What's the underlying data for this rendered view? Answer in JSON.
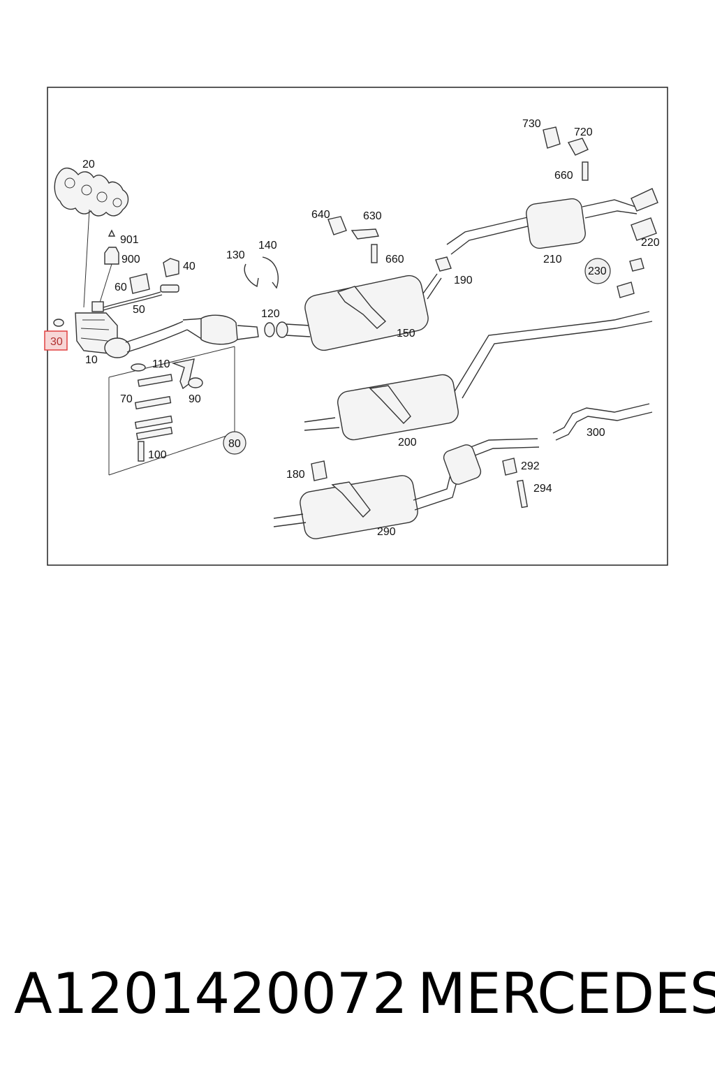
{
  "callouts": {
    "c20": "20",
    "c901": "901",
    "c900": "900",
    "c40": "40",
    "c60": "60",
    "c50": "50",
    "c30": "30",
    "c10": "10",
    "c110": "110",
    "c70": "70",
    "c90": "90",
    "c80": "80",
    "c100": "100",
    "c130": "130",
    "c140": "140",
    "c120": "120",
    "c640": "640",
    "c630": "630",
    "c660a": "660",
    "c150": "150",
    "c190": "190",
    "c730": "730",
    "c720": "720",
    "c660b": "660",
    "c210": "210",
    "c220": "220",
    "c230": "230",
    "c200": "200",
    "c300": "300",
    "c292": "292",
    "c294": "294",
    "c180": "180",
    "c290": "290"
  },
  "highlighted_callout": "30",
  "caption": {
    "part_number": "A1201420072",
    "brand": "MERCEDES"
  },
  "colors": {
    "highlight_border": "#e04040",
    "highlight_fill": "#f7d6d6",
    "line": "#333333"
  }
}
